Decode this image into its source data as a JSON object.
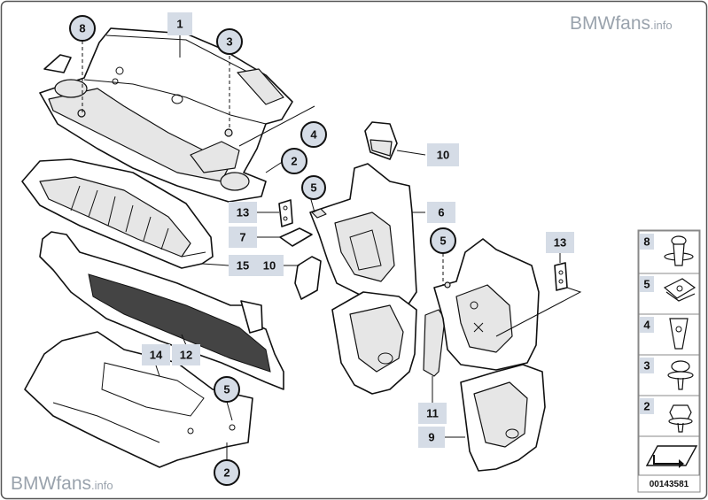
{
  "watermark": {
    "top_right": {
      "main": "BMWfans",
      "suffix": ".info"
    },
    "bottom_left": {
      "main": "BMWfans",
      "suffix": ".info"
    }
  },
  "diagram_id": "00143581",
  "callouts": [
    {
      "id": "c8",
      "label": "8",
      "style": "circle"
    },
    {
      "id": "c1",
      "label": "1",
      "style": "box"
    },
    {
      "id": "c3",
      "label": "3",
      "style": "circle"
    },
    {
      "id": "c4",
      "label": "4",
      "style": "circle"
    },
    {
      "id": "c2a",
      "label": "2",
      "style": "circle"
    },
    {
      "id": "c10a",
      "label": "10",
      "style": "box"
    },
    {
      "id": "c5a",
      "label": "5",
      "style": "circle"
    },
    {
      "id": "c13a",
      "label": "13",
      "style": "box"
    },
    {
      "id": "c6",
      "label": "6",
      "style": "box"
    },
    {
      "id": "c7",
      "label": "7",
      "style": "box"
    },
    {
      "id": "c15",
      "label": "15",
      "style": "box"
    },
    {
      "id": "c10b",
      "label": "10",
      "style": "box"
    },
    {
      "id": "c5b",
      "label": "5",
      "style": "circle"
    },
    {
      "id": "c13b",
      "label": "13",
      "style": "box"
    },
    {
      "id": "c14",
      "label": "14",
      "style": "box"
    },
    {
      "id": "c12",
      "label": "12",
      "style": "box"
    },
    {
      "id": "c5c",
      "label": "5",
      "style": "circle"
    },
    {
      "id": "c11",
      "label": "11",
      "style": "box"
    },
    {
      "id": "c9",
      "label": "9",
      "style": "box"
    },
    {
      "id": "c2b",
      "label": "2",
      "style": "circle"
    }
  ],
  "legend": [
    {
      "label": "8",
      "icon": "push-rivet-icon"
    },
    {
      "label": "5",
      "icon": "clip-nut-icon"
    },
    {
      "label": "4",
      "icon": "expanding-nut-icon"
    },
    {
      "label": "3",
      "icon": "screw-with-washer-icon"
    },
    {
      "label": "2",
      "icon": "hex-screw-icon"
    }
  ]
}
